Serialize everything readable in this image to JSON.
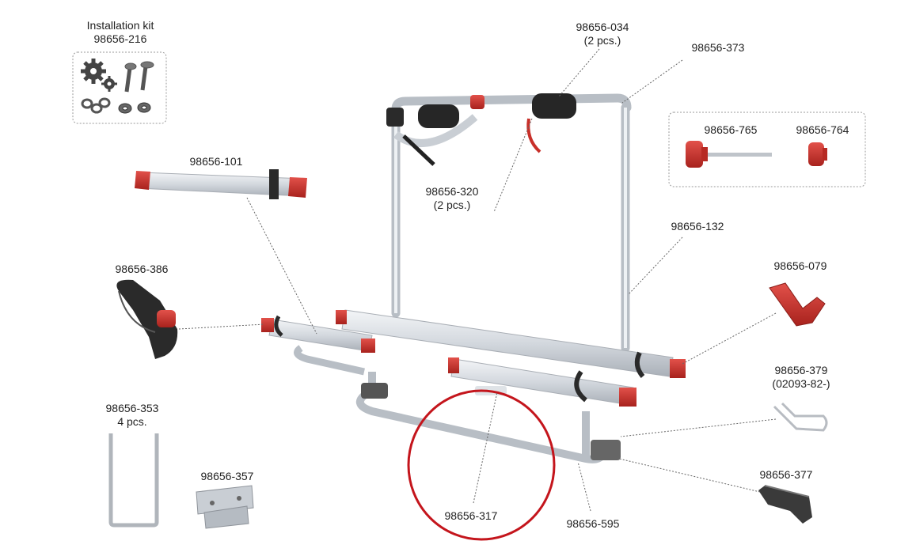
{
  "colors": {
    "tube": "#d9dde2",
    "tube_edge": "#a9aeb5",
    "accent": "#c8302a",
    "black": "#2a2a2a",
    "highlight_circle": "#c4151c",
    "leader": "#666666"
  },
  "parts": {
    "installation_kit": {
      "title": "Installation kit",
      "code": "98656-216"
    },
    "p034": {
      "code": "98656-034",
      "qty": "(2 pcs.)"
    },
    "p373": {
      "code": "98656-373"
    },
    "p765": {
      "code": "98656-765"
    },
    "p764": {
      "code": "98656-764"
    },
    "p101": {
      "code": "98656-101"
    },
    "p320": {
      "code": "98656-320",
      "qty": "(2 pcs.)"
    },
    "p132": {
      "code": "98656-132"
    },
    "p386": {
      "code": "98656-386"
    },
    "p079": {
      "code": "98656-079"
    },
    "p379": {
      "code": "98656-379",
      "qty": "(02093-82-)"
    },
    "p353": {
      "code": "98656-353",
      "qty": "4 pcs."
    },
    "p357": {
      "code": "98656-357"
    },
    "p317": {
      "code": "98656-317"
    },
    "p595": {
      "code": "98656-595"
    },
    "p377": {
      "code": "98656-377"
    }
  }
}
